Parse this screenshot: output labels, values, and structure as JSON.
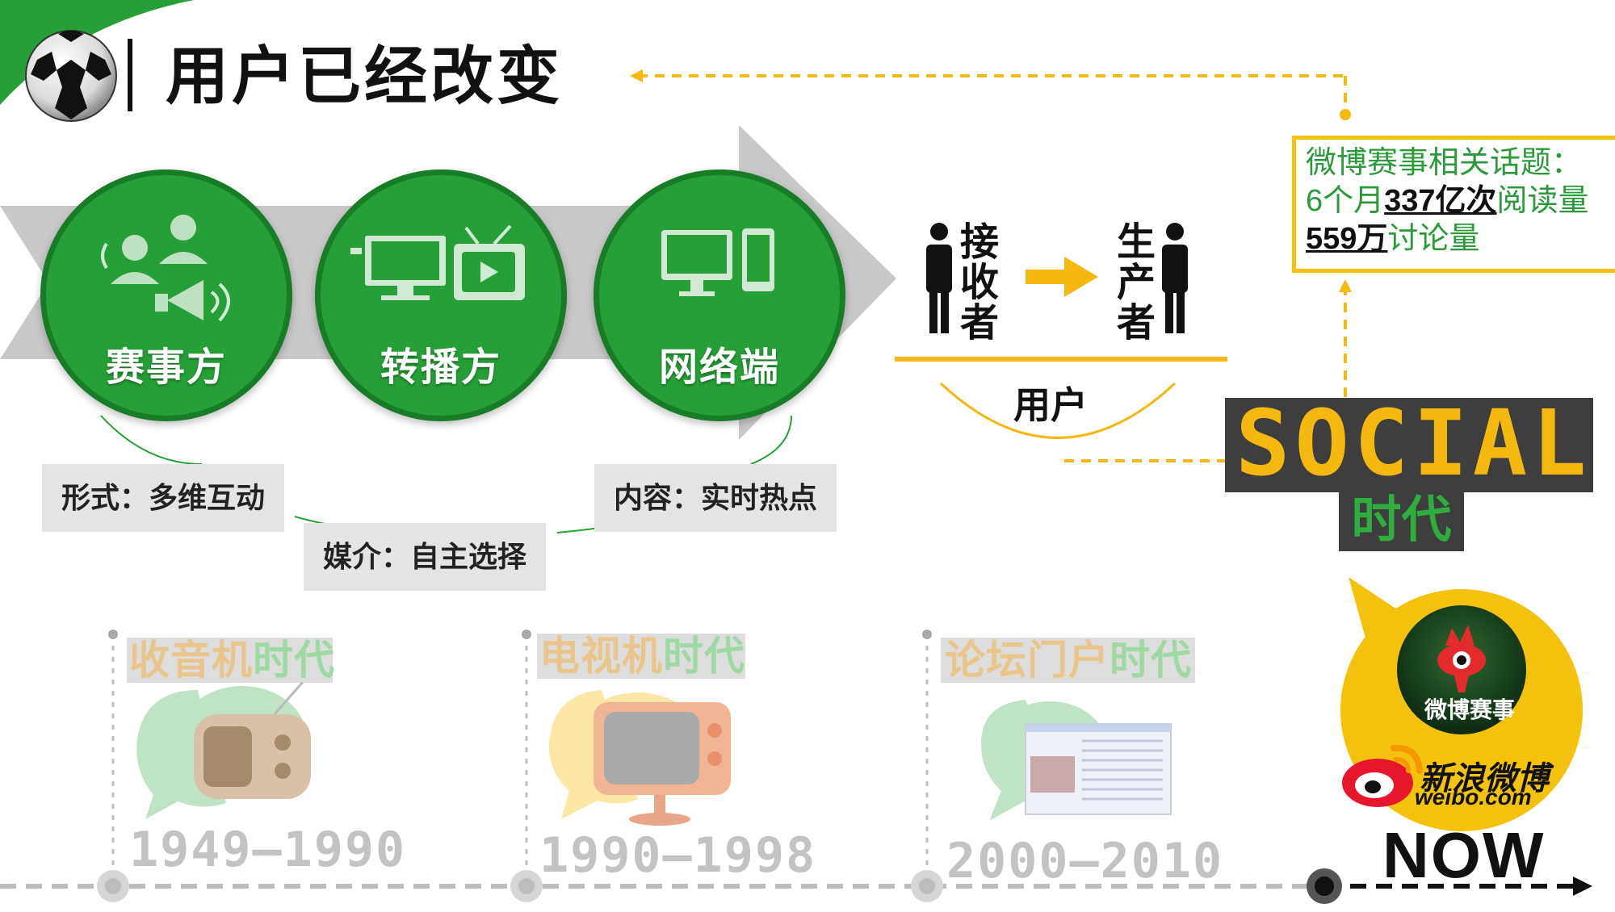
{
  "header": {
    "title": "用户已经改变"
  },
  "stages": [
    {
      "label": "赛事方",
      "icon": "users-broadcast-icon"
    },
    {
      "label": "转播方",
      "icon": "monitor-tv-icon"
    },
    {
      "label": "网络端",
      "icon": "desktop-phone-icon"
    }
  ],
  "features": [
    {
      "text": "形式：多维互动"
    },
    {
      "text": "媒介：自主选择"
    },
    {
      "text": "内容：实时热点"
    }
  ],
  "user_shift": {
    "from": "接收者",
    "to": "生产者",
    "label": "用户"
  },
  "weibo_stats": {
    "line1": "微博赛事相关话题：",
    "months": "6个月",
    "reads": "337亿次",
    "reads_suffix": "阅读量",
    "discussions": "559万",
    "discussions_suffix": "讨论量"
  },
  "social": {
    "title": "SOCIAL",
    "era": "时代"
  },
  "timeline": [
    {
      "name": "收音机",
      "suffix": "时代",
      "years": "1949–1990",
      "icon": "radio-icon"
    },
    {
      "name": "电视机",
      "suffix": "时代",
      "years": "1990–1998",
      "icon": "tv-icon"
    },
    {
      "name": "论坛门户",
      "suffix": "时代",
      "years": "2000–2010",
      "icon": "forum-screen-icon"
    }
  ],
  "now": {
    "label": "NOW",
    "avatar_label": "微博赛事",
    "brand_name": "新浪微博",
    "brand_url": "weibo.com"
  },
  "colors": {
    "green": "#26a036",
    "dark_green": "#177c25",
    "yellow": "#f4b80f",
    "gray_arrow": "#c9c9c9"
  }
}
